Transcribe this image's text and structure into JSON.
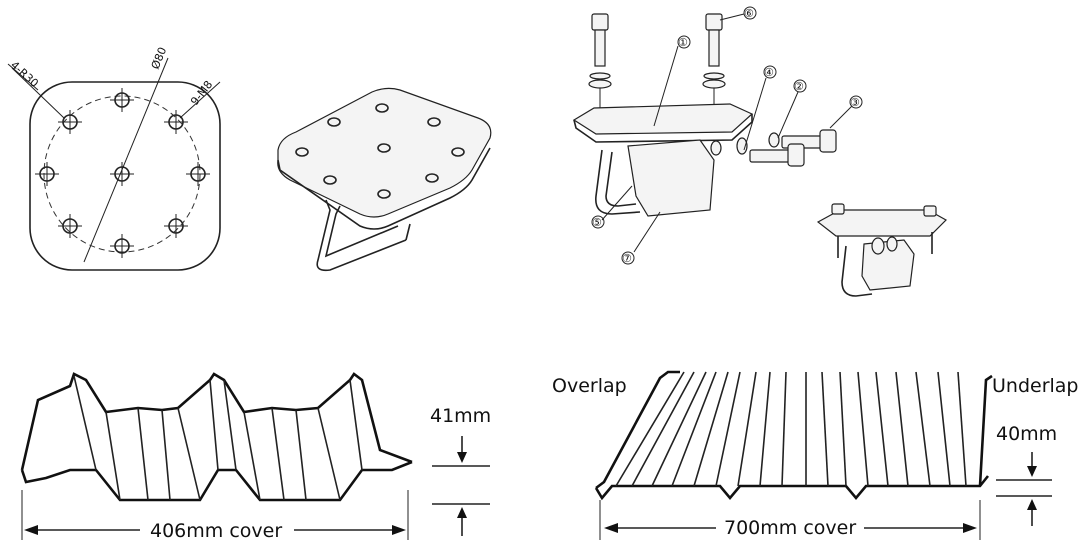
{
  "plate_drawing": {
    "radius_label": "4-R30",
    "diameter_label": "Ø80",
    "holes_label": "9-M8"
  },
  "exploded_view": {
    "callouts": [
      "①",
      "②",
      "③",
      "④",
      "⑤",
      "⑥",
      "⑦"
    ]
  },
  "panel_left": {
    "height_label": "41mm",
    "cover_label": "406mm cover"
  },
  "panel_right": {
    "overlap_label": "Overlap",
    "underlap_label": "Underlap",
    "height_label": "40mm",
    "cover_label": "700mm cover"
  }
}
